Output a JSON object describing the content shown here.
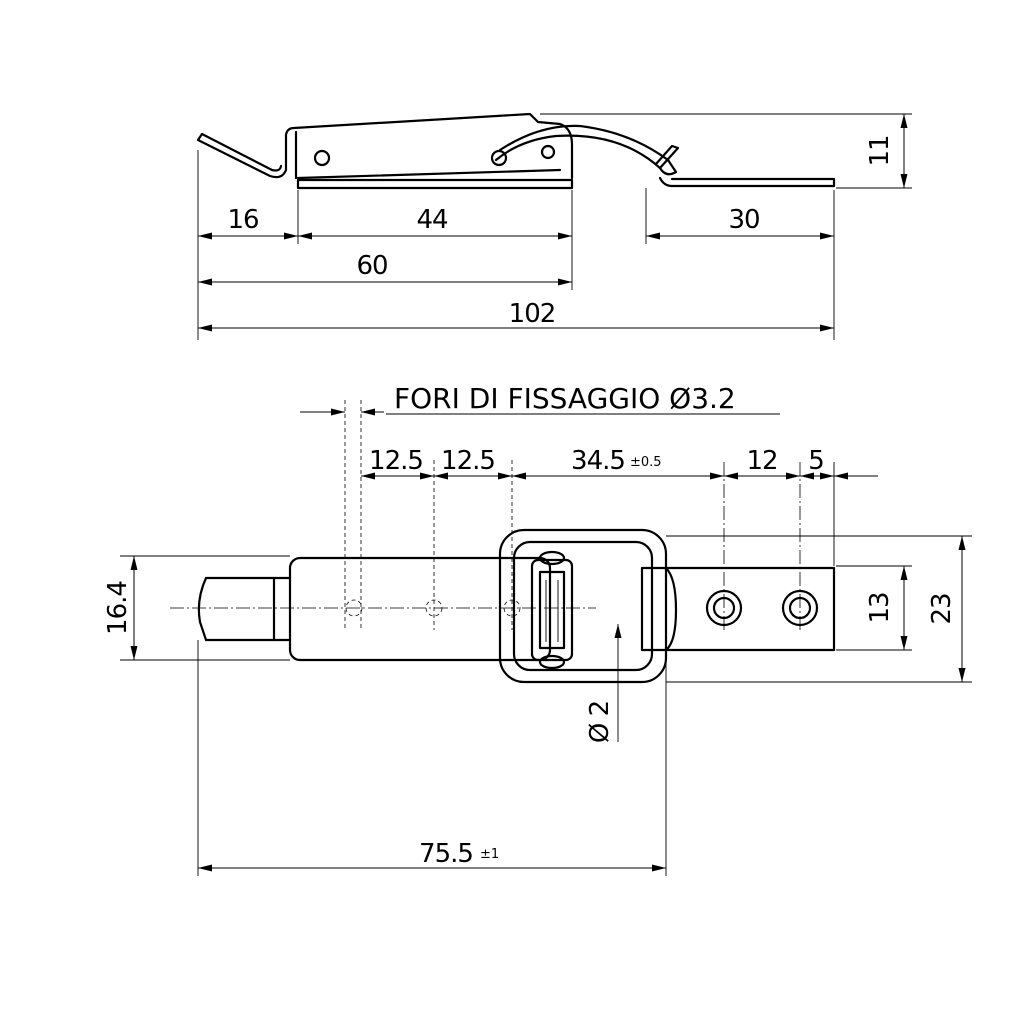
{
  "title": "FORI DI FISSAGGIO Ø3.2",
  "side_view": {
    "dimensions": {
      "d16": "16",
      "d44": "44",
      "d30": "30",
      "d60": "60",
      "d102": "102",
      "d11": "11"
    }
  },
  "top_view": {
    "dimensions": {
      "d12_5_a": "12.5",
      "d12_5_b": "12.5",
      "d34_5": "34.5",
      "d34_5_tol": "±0.5",
      "d12": "12",
      "d5": "5",
      "d16_4": "16.4",
      "d13": "13",
      "d23": "23",
      "d2": "Ø 2",
      "d75_5": "75.5",
      "d75_5_tol": "±1"
    }
  }
}
